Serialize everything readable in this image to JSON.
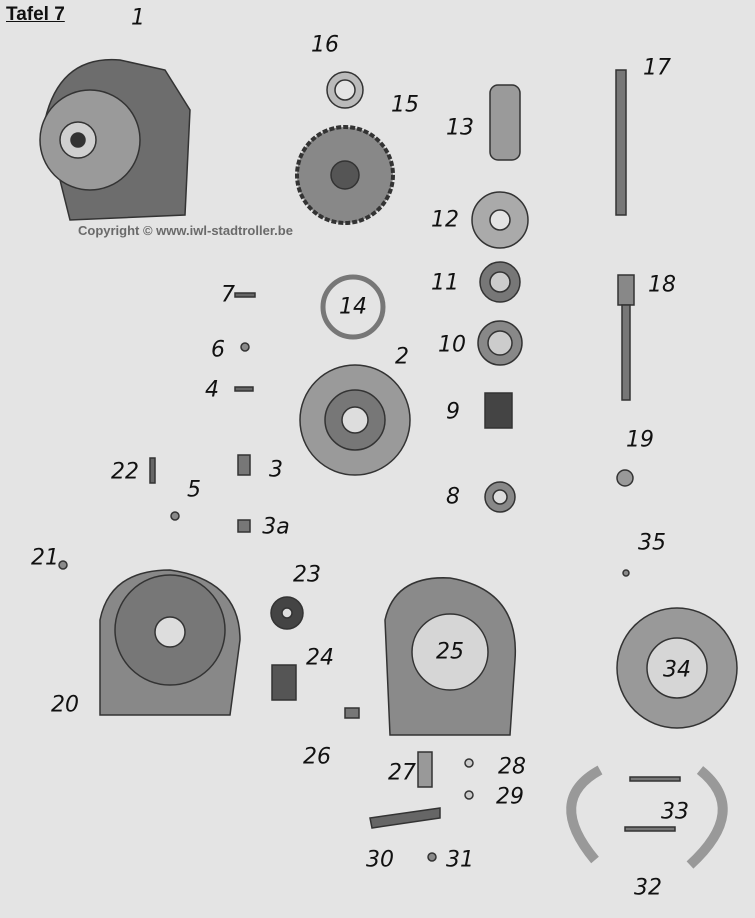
{
  "title": "Tafel 7",
  "copyright": "Copyright © www.iwl-stadtroller.be",
  "part_numbers": [
    "1",
    "16",
    "15",
    "13",
    "17",
    "12",
    "11",
    "14",
    "18",
    "7",
    "6",
    "10",
    "2",
    "4",
    "9",
    "19",
    "22",
    "3",
    "8",
    "5",
    "3a",
    "35",
    "21",
    "23",
    "25",
    "34",
    "24",
    "20",
    "26",
    "27",
    "28",
    "29",
    "33",
    "30",
    "31",
    "32"
  ],
  "colors": {
    "background": "#e4e4e4",
    "metal_dark": "#3a3a3a",
    "metal_mid": "#8a8a8a",
    "metal_light": "#c8c8c8"
  }
}
